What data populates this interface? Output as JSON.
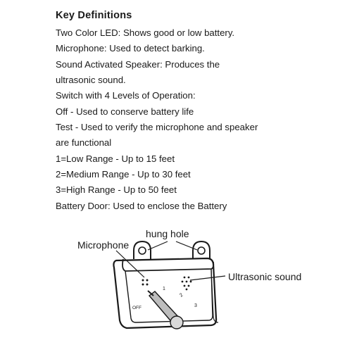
{
  "document": {
    "title": "Key Definitions",
    "lines": [
      "Two Color LED: Shows good or low battery.",
      "Microphone: Used to detect barking.",
      "Sound Activated Speaker: Produces the",
      "ultrasonic sound.",
      "Switch with 4 Levels of Operation:",
      "Off - Used to conserve battery life",
      "Test - Used to verify the microphone and speaker",
      "are functional",
      "1=Low Range - Up to 15 feet",
      "2=Medium Range - Up to 30 feet",
      "3=High Range - Up to 50 feet",
      "Battery Door: Used to enclose the Battery"
    ]
  },
  "diagram": {
    "label_hung_hole": "hung hole",
    "label_microphone": "Microphone",
    "label_ultrasonic": "Ultrasonic sound",
    "switch_off": "OFF",
    "switch_1": "1",
    "switch_2": "2",
    "switch_3": "3"
  }
}
